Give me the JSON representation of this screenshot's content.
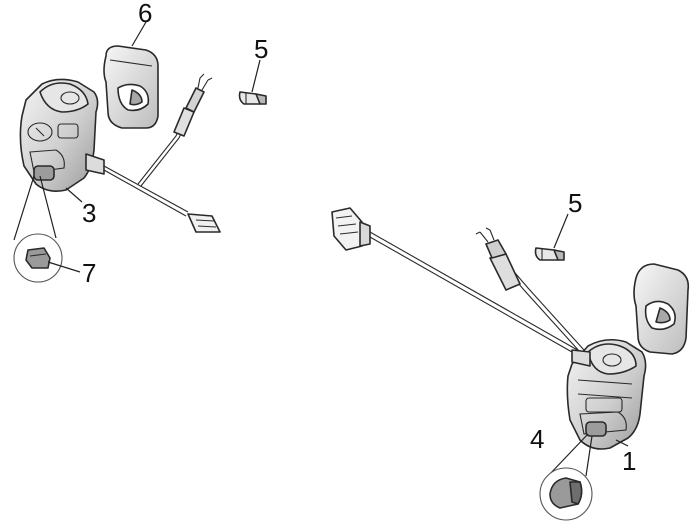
{
  "colors": {
    "background": "#ffffff",
    "line": "#2a2a2a",
    "shade_light": "#eeeeee",
    "shade_mid": "#c8c8c8",
    "shade_dark": "#8a8a8a"
  },
  "callouts": {
    "c1": "1",
    "c3": "3",
    "c4": "4",
    "c5_left": "5",
    "c5_right": "5",
    "c6": "6",
    "c7": "7"
  }
}
